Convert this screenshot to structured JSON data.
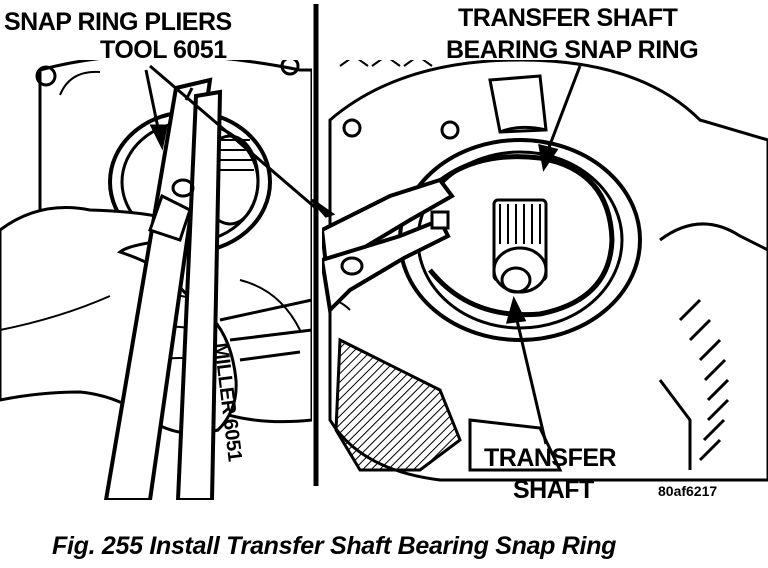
{
  "labels": {
    "pliers_line1": "SNAP RING PLIERS",
    "pliers_line2": "TOOL 6051",
    "snap_ring_line1": "TRANSFER SHAFT",
    "snap_ring_line2": "BEARING SNAP RING",
    "shaft_line1": "TRANSFER",
    "shaft_line2": "SHAFT",
    "tool_marking": "MILLER 6051",
    "figure_code": "80af6217"
  },
  "caption": "Fig. 255 Install Transfer Shaft Bearing Snap Ring"
}
